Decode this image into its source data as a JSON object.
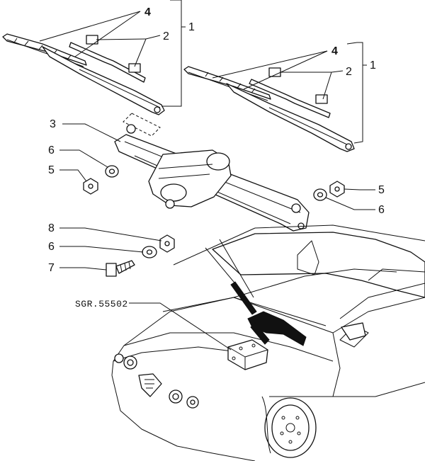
{
  "labels": {
    "wiper_arm_a": "1",
    "wiper_arm_b": "1",
    "blade_a": "2",
    "blade_b": "2",
    "linkage": "3",
    "blade_set_a": "4",
    "blade_set_b": "4",
    "nut_left": "5",
    "nut_right": "5",
    "washer_left": "6",
    "washer_right": "6",
    "washer_lower": "6",
    "nut_lower": "8",
    "bolt": "7"
  },
  "reference": "SGR.55502"
}
